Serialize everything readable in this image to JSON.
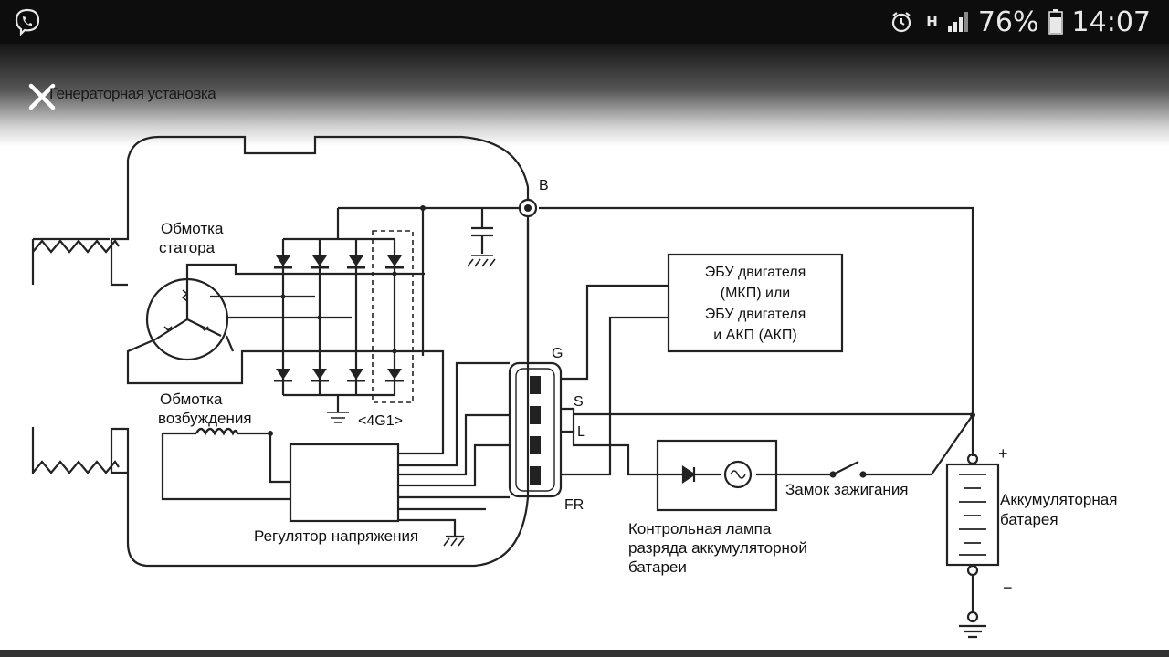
{
  "status_bar": {
    "battery_percent": "76%",
    "time": "14:07",
    "network_label": "H",
    "icons": [
      "viber-icon",
      "alarm-icon",
      "signal-icon",
      "battery-icon"
    ]
  },
  "viewer": {
    "title": "Генераторная установка",
    "close_icon": "close-icon"
  },
  "diagram": {
    "labels": {
      "stator_line1": "Обмотка",
      "stator_line2": "статора",
      "field_line1": "Обмотка",
      "field_line2": "возбуждения",
      "regulator": "Регулятор напряжения",
      "rectifier_tag": "<4G1>",
      "terminal_b": "B",
      "terminal_g": "G",
      "terminal_s": "S",
      "terminal_l": "L",
      "terminal_fr": "FR",
      "ecu_line1": "ЭБУ двигателя",
      "ecu_line2": "(МКП) или",
      "ecu_line3": "ЭБУ двигателя",
      "ecu_line4": "и АКП (АКП)",
      "ignition": "Замок зажигания",
      "battery_line1": "Аккумуляторная",
      "battery_line2": "батарея",
      "lamp_line1": "Контрольная лампа",
      "lamp_line2": "разряда аккумуляторной",
      "lamp_line3": "батареи",
      "plus": "+",
      "minus": "−"
    }
  }
}
